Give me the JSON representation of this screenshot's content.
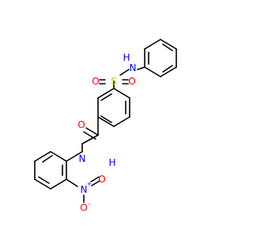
{
  "colors": {
    "bond": "#000000",
    "nitrogen": "#0000ff",
    "oxygen": "#ff0000",
    "sulfur": "#cccc00"
  },
  "atoms": {
    "sulfonamide_n": "N",
    "sulfonamide_h": "H",
    "sulfur": "S",
    "sulfonyl_o_left": "O",
    "sulfonyl_o_right": "O",
    "amide_o": "O",
    "amide_n": "N",
    "amide_h": "H",
    "nitro_n": "N",
    "nitro_n_charge": "+",
    "nitro_o_top": "O",
    "nitro_o_bottom": "O",
    "nitro_o_charge": "-"
  }
}
